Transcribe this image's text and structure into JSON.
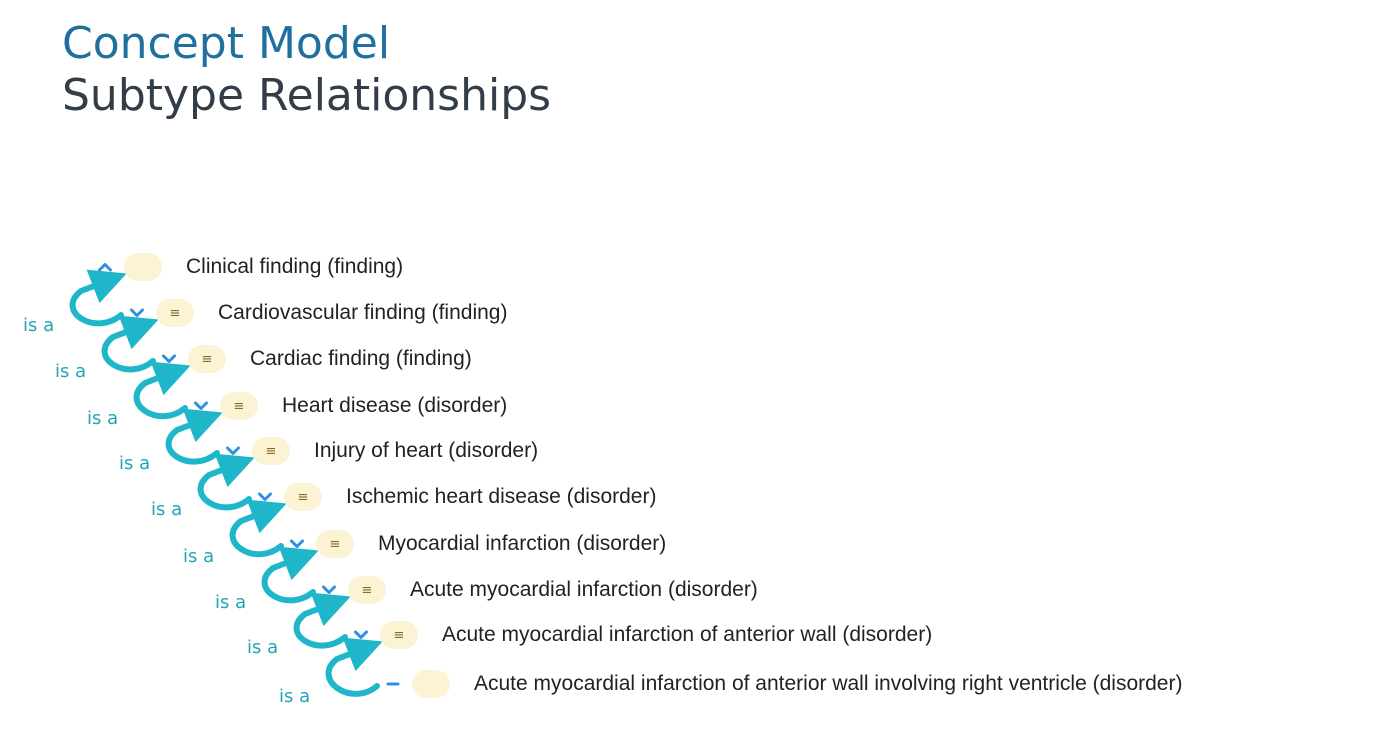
{
  "header": {
    "title": "Concept Model",
    "subtitle": "Subtype Relationships"
  },
  "hierarchy": [
    {
      "label": "Clinical finding (finding)",
      "toggle_icon": "chevron-up-icon",
      "badge_icon": "none"
    },
    {
      "label": "Cardiovascular finding (finding)",
      "toggle_icon": "chevron-down-icon",
      "badge_icon": "equiv-icon"
    },
    {
      "label": "Cardiac finding (finding)",
      "toggle_icon": "chevron-down-icon",
      "badge_icon": "equiv-icon"
    },
    {
      "label": "Heart disease (disorder)",
      "toggle_icon": "chevron-down-icon",
      "badge_icon": "equiv-icon"
    },
    {
      "label": "Injury of heart (disorder)",
      "toggle_icon": "chevron-down-icon",
      "badge_icon": "equiv-icon"
    },
    {
      "label": "Ischemic heart disease (disorder)",
      "toggle_icon": "chevron-down-icon",
      "badge_icon": "equiv-icon"
    },
    {
      "label": "Myocardial infarction (disorder)",
      "toggle_icon": "chevron-down-icon",
      "badge_icon": "equiv-icon"
    },
    {
      "label": "Acute myocardial infarction (disorder)",
      "toggle_icon": "chevron-down-icon",
      "badge_icon": "equiv-icon"
    },
    {
      "label": "Acute myocardial infarction of anterior wall (disorder)",
      "toggle_icon": "chevron-down-icon",
      "badge_icon": "equiv-icon"
    },
    {
      "label": "Acute myocardial infarction of anterior wall involving right ventricle (disorder)",
      "toggle_icon": "dash-icon",
      "badge_icon": "none"
    }
  ],
  "relationships": [
    {
      "label": "is a"
    },
    {
      "label": "is a"
    },
    {
      "label": "is a"
    },
    {
      "label": "is a"
    },
    {
      "label": "is a"
    },
    {
      "label": "is a"
    },
    {
      "label": "is a"
    },
    {
      "label": "is a"
    },
    {
      "label": "is a"
    }
  ],
  "colors": {
    "title": "#1f6f9f",
    "subtitle": "#333d4a",
    "arrow": "#1eb6c8",
    "isa_text": "#1fa6b6",
    "chevron": "#2f8fe0",
    "badge_bg": "#fcf3d4",
    "badge_icon": "#8a6a2c",
    "row_text": "#222222"
  },
  "badge_symbol": "≡"
}
